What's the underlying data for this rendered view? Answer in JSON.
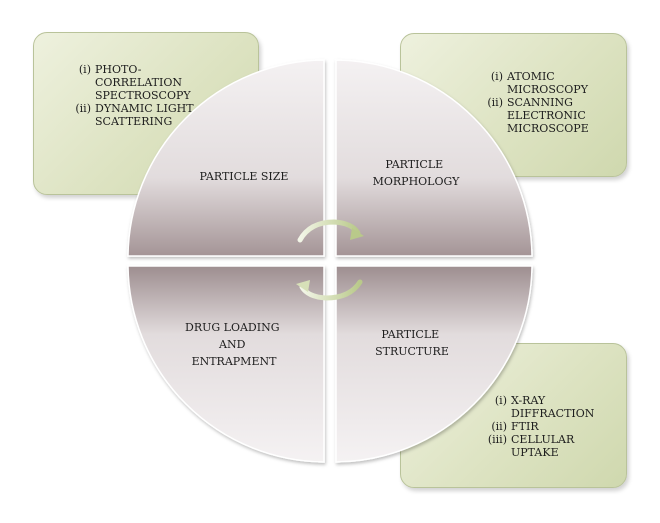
{
  "quadrants": {
    "top_left": "PARTICLE SIZE",
    "top_right": [
      "PARTICLE",
      "MORPHOLOGY"
    ],
    "bottom_left": [
      "DRUG LOADING",
      "AND",
      "ENTRAPMENT"
    ],
    "bottom_right": [
      "PARTICLE",
      "STRUCTURE"
    ]
  },
  "boxes": {
    "size_methods": [
      {
        "num": "(i)",
        "text": "PHOTO-\nCORRELATION\nSPECTROSCOPY"
      },
      {
        "num": "(ii)",
        "text": "DYNAMIC LIGHT\nSCATTERING"
      }
    ],
    "morphology_methods": [
      {
        "num": "(i)",
        "text": "ATOMIC\nMICROSCOPY"
      },
      {
        "num": "(ii)",
        "text": "SCANNING\nELECTRONIC\nMICROSCOPE"
      }
    ],
    "structure_methods": [
      {
        "num": "(i)",
        "text": "X-RAY\nDIFFRACTION"
      },
      {
        "num": "(ii)",
        "text": "FTIR"
      },
      {
        "num": "(iii)",
        "text": "CELLULAR\nUPTAKE"
      }
    ]
  },
  "colors": {
    "box_fill": "#dde3c2",
    "quadrant_fill": "#e6e1e2",
    "arrow": "#c5d39a"
  }
}
